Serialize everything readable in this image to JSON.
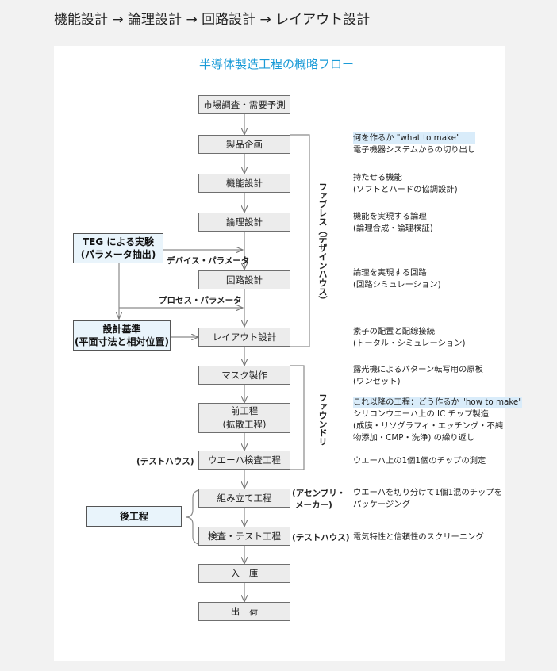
{
  "heading": "機能設計 → 論理設計 → 回路設計 → レイアウト設計",
  "diagram_title": "半導体製造工程の概略フロー",
  "flow_steps": [
    {
      "id": "s1",
      "lines": [
        "市場調査・需要予測"
      ]
    },
    {
      "id": "s2",
      "lines": [
        "製品企画"
      ]
    },
    {
      "id": "s3",
      "lines": [
        "機能設計"
      ]
    },
    {
      "id": "s4",
      "lines": [
        "論理設計"
      ]
    },
    {
      "id": "s5",
      "lines": [
        "回路設計"
      ]
    },
    {
      "id": "s6",
      "lines": [
        "レイアウト設計"
      ]
    },
    {
      "id": "s7",
      "lines": [
        "マスク製作"
      ]
    },
    {
      "id": "s8",
      "lines": [
        "前工程",
        "(拡散工程)"
      ]
    },
    {
      "id": "s9",
      "lines": [
        "ウエーハ検査工程"
      ]
    },
    {
      "id": "s10",
      "lines": [
        "組み立て工程"
      ]
    },
    {
      "id": "s11",
      "lines": [
        "検査・テスト工程"
      ]
    },
    {
      "id": "s12",
      "lines": [
        "入　庫"
      ]
    },
    {
      "id": "s13",
      "lines": [
        "出　荷"
      ]
    }
  ],
  "side_boxes": [
    {
      "id": "teg",
      "lines": [
        "TEG による実験",
        "(パラメータ抽出)"
      ]
    },
    {
      "id": "rules",
      "lines": [
        "設計基準",
        "(平面寸法と相対位置)"
      ]
    },
    {
      "id": "back",
      "lines": [
        "後工程"
      ]
    }
  ],
  "arrow_labels": {
    "device_param": "デバイス・パラメータ",
    "process_param": "プロセス・パラメータ",
    "test_house_left": "(テストハウス)",
    "assembly_maker_1": "(アセンブリ・",
    "assembly_maker_2": "メーカー)",
    "test_house_right": "(テストハウス)"
  },
  "group_labels": {
    "fabless": "ファブレス（デザインハウス）",
    "foundry": "ファウンドリ"
  },
  "descriptions": [
    {
      "id": "d2",
      "lines": [
        "何を作るか \"what to make\"",
        "電子機器システムからの切り出し"
      ],
      "highlight_first": true
    },
    {
      "id": "d3",
      "lines": [
        "持たせる機能",
        "(ソフトとハードの協調設計)"
      ]
    },
    {
      "id": "d4",
      "lines": [
        "機能を実現する論理",
        "(論理合成・論理検証)"
      ]
    },
    {
      "id": "d5",
      "lines": [
        "論理を実現する回路",
        "(回路シミュレーション)"
      ]
    },
    {
      "id": "d6",
      "lines": [
        "素子の配置と配線接続",
        "(トータル・シミュレーション)"
      ]
    },
    {
      "id": "d7",
      "lines": [
        "露光機によるパターン転写用の原板",
        "(ワンセット)"
      ]
    },
    {
      "id": "d8",
      "lines": [
        "これ以降の工程：どう作るか \"how to make\"",
        "シリコンウエーハ上の IC チップ製造",
        "(成膜・リソグラフィ・エッチング・不純",
        "物添加・CMP・洗浄) の繰り返し"
      ],
      "highlight_first": true
    },
    {
      "id": "d9",
      "lines": [
        "ウエーハ上の1個1個のチップの測定"
      ]
    },
    {
      "id": "d10",
      "lines": [
        "ウエーハを切り分けて1個1混のチップを",
        "パッケージング"
      ]
    },
    {
      "id": "d11",
      "lines": [
        "電気特性と信頼性のスクリーニング"
      ]
    }
  ],
  "colors": {
    "title": "#1a9bd7",
    "box_fill": "#ececec",
    "blue_fill": "#e9f4fb",
    "highlight": "#d9ecfa",
    "line": "#888888"
  }
}
